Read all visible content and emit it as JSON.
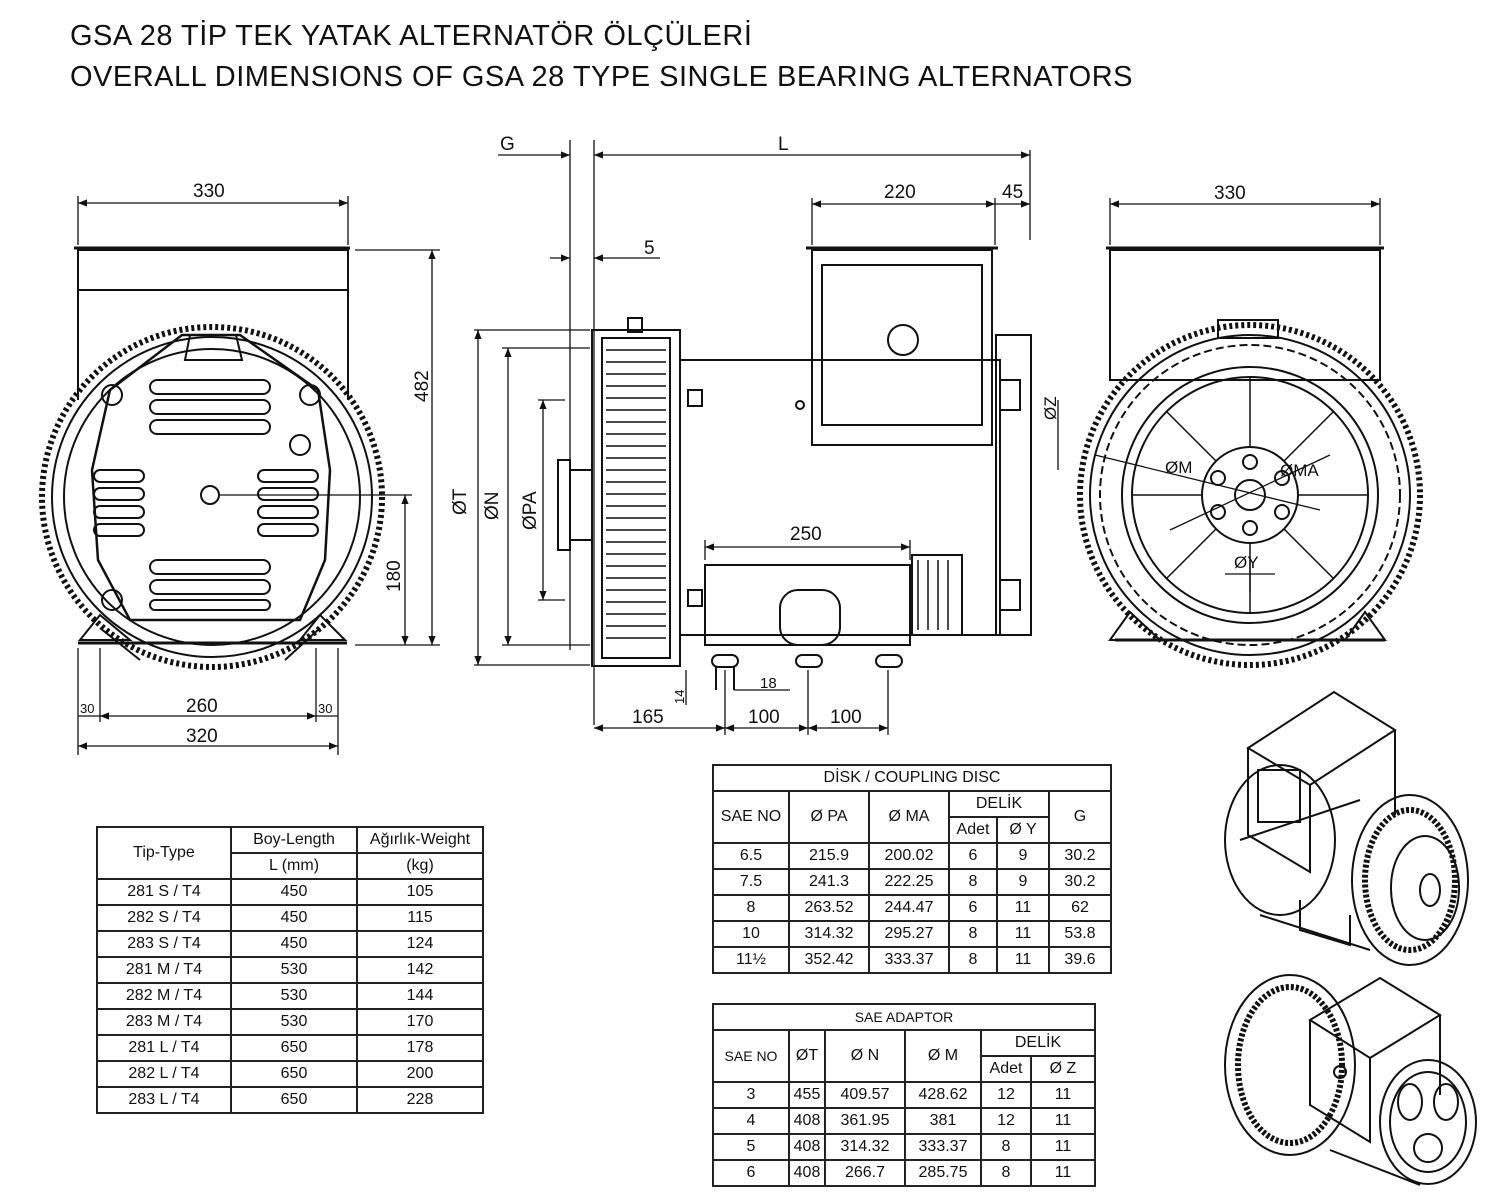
{
  "title": {
    "turkish": "GSA 28 TİP TEK YATAK ALTERNATÖR ÖLÇÜLERİ",
    "english": "OVERALL DIMENSIONS OF GSA 28 TYPE SINGLE BEARING ALTERNATORS"
  },
  "front_view": {
    "width_top": "330",
    "height": "482",
    "shaft_height": "180",
    "foot_span": "260",
    "foot_left": "30",
    "foot_right": "30",
    "base_width": "320"
  },
  "side_view": {
    "G": "G",
    "L": "L",
    "box_length": "220",
    "box_offset": "45",
    "gap": "5",
    "dia_T": "ØT",
    "dia_N": "ØN",
    "dia_PA": "ØPA",
    "foot_length": "250",
    "hole_dia": "18",
    "hole_depth": "14",
    "front_offset": "165",
    "hole_pitch_1": "100",
    "hole_pitch_2": "100"
  },
  "rear_view": {
    "width_top": "330",
    "dia_Z": "ØZ",
    "dia_M": "ØM",
    "dia_MA": "ØMA",
    "dia_Y": "ØY"
  },
  "type_table": {
    "headers": {
      "type": "Tip-Type",
      "length": "Boy-Length",
      "length_unit": "L (mm)",
      "weight": "Ağırlık-Weight",
      "weight_unit": "(kg)"
    },
    "rows": [
      {
        "type": "281 S / T4",
        "length": "450",
        "weight": "105"
      },
      {
        "type": "282 S / T4",
        "length": "450",
        "weight": "115"
      },
      {
        "type": "283 S / T4",
        "length": "450",
        "weight": "124"
      },
      {
        "type": "281 M / T4",
        "length": "530",
        "weight": "142"
      },
      {
        "type": "282 M / T4",
        "length": "530",
        "weight": "144"
      },
      {
        "type": "283 M / T4",
        "length": "530",
        "weight": "170"
      },
      {
        "type": "281 L / T4",
        "length": "650",
        "weight": "178"
      },
      {
        "type": "282 L / T4",
        "length": "650",
        "weight": "200"
      },
      {
        "type": "283 L / T4",
        "length": "650",
        "weight": "228"
      }
    ]
  },
  "disc_table": {
    "title": "DİSK  /  COUPLING DISC",
    "headers": {
      "sae_no": "SAE NO",
      "pa": "Ø PA",
      "ma": "Ø MA",
      "delik": "DELİK",
      "adet": "Adet",
      "y": "Ø Y",
      "g": "G"
    },
    "rows": [
      {
        "sae": "6.5",
        "pa": "215.9",
        "ma": "200.02",
        "adet": "6",
        "y": "9",
        "g": "30.2"
      },
      {
        "sae": "7.5",
        "pa": "241.3",
        "ma": "222.25",
        "adet": "8",
        "y": "9",
        "g": "30.2"
      },
      {
        "sae": "8",
        "pa": "263.52",
        "ma": "244.47",
        "adet": "6",
        "y": "11",
        "g": "62"
      },
      {
        "sae": "10",
        "pa": "314.32",
        "ma": "295.27",
        "adet": "8",
        "y": "11",
        "g": "53.8"
      },
      {
        "sae": "11½",
        "pa": "352.42",
        "ma": "333.37",
        "adet": "8",
        "y": "11",
        "g": "39.6"
      }
    ]
  },
  "adaptor_table": {
    "title": "SAE ADAPTOR",
    "headers": {
      "sae_no": "SAE NO",
      "t": "ØT",
      "n": "Ø N",
      "m": "Ø M",
      "delik": "DELİK",
      "adet": "Adet",
      "z": "Ø Z"
    },
    "rows": [
      {
        "sae": "3",
        "t": "455",
        "n": "409.57",
        "m": "428.62",
        "adet": "12",
        "z": "11"
      },
      {
        "sae": "4",
        "t": "408",
        "n": "361.95",
        "m": "381",
        "adet": "12",
        "z": "11"
      },
      {
        "sae": "5",
        "t": "408",
        "n": "314.32",
        "m": "333.37",
        "adet": "8",
        "z": "11"
      },
      {
        "sae": "6",
        "t": "408",
        "n": "266.7",
        "m": "285.75",
        "adet": "8",
        "z": "11"
      }
    ]
  }
}
